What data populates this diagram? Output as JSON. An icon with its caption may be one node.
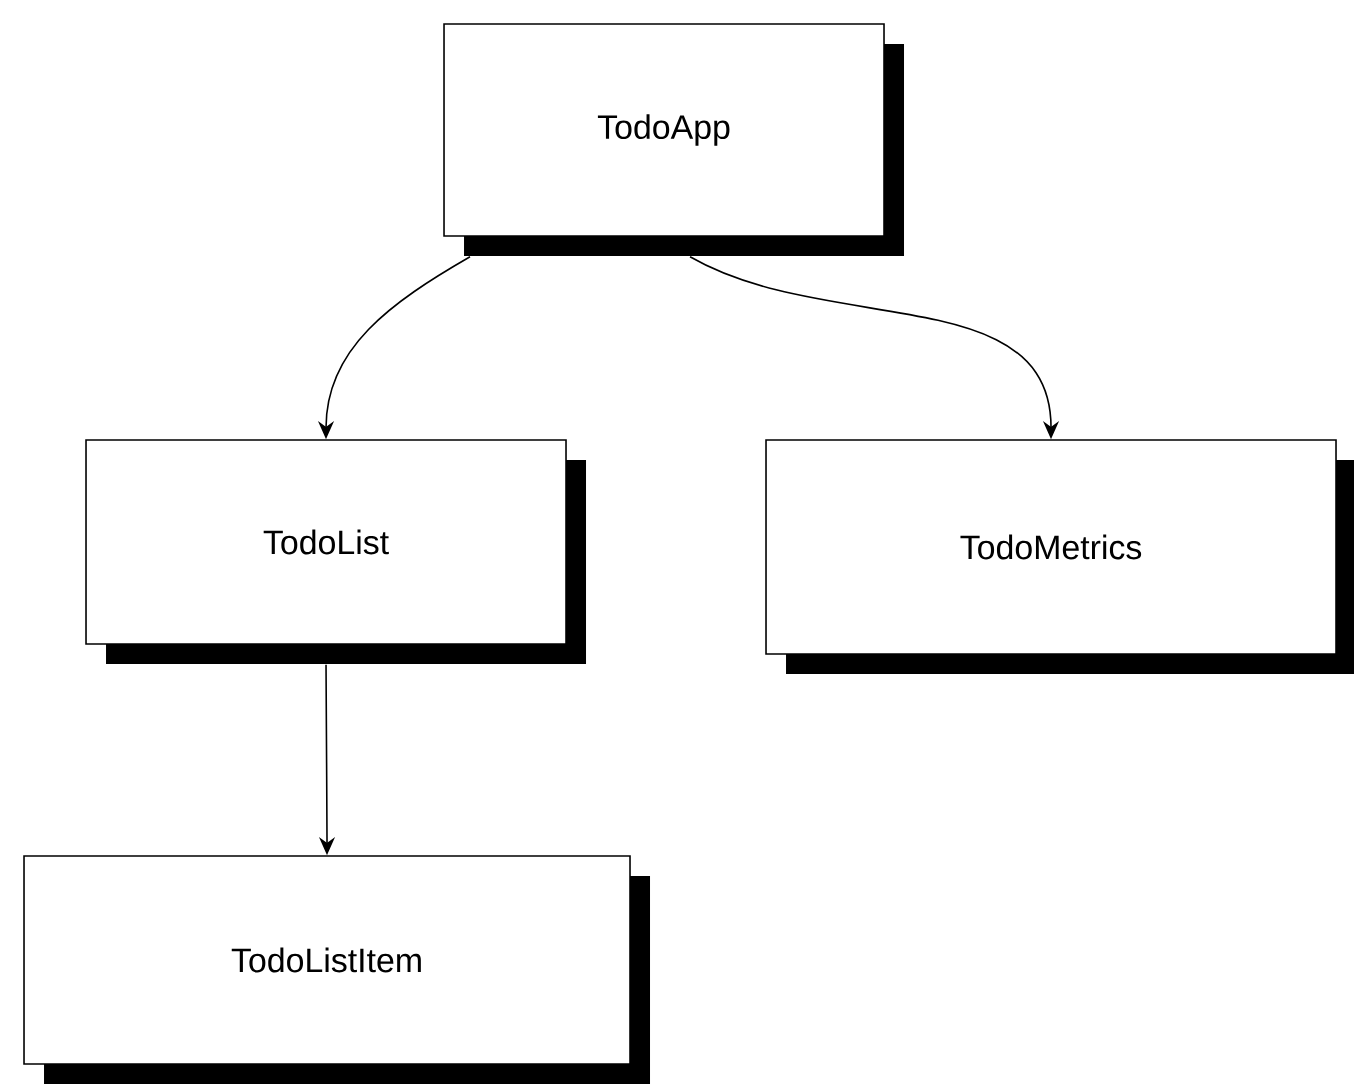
{
  "diagram": {
    "nodes": [
      {
        "text": [
          "TodoApp"
        ]
      },
      {
        "text": [
          "TodoList"
        ]
      },
      {
        "text": [
          "TodoMetrics"
        ]
      },
      {
        "text": [
          "TodoListItem"
        ]
      }
    ],
    "edges": [
      {
        "from": 0,
        "to": 1,
        "arrow": "to"
      },
      {
        "from": 0,
        "to": 2,
        "arrow": "to"
      },
      {
        "from": 1,
        "to": 3,
        "arrow": "to"
      }
    ]
  }
}
